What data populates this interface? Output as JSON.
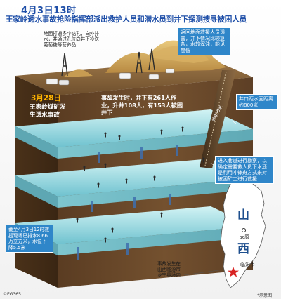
{
  "header": {
    "time": "4月3日13时",
    "headline": "王家岭透水事故抢险指挥部派出救护人员和潜水员到井下探测搜寻被困人员"
  },
  "callouts": {
    "drilling": "地面打通多个钻孔，向外排水，并通过孔位向井下投送葡萄糖等营养品",
    "rescuers": "返回地面救援人员透露，井下情况比较复杂，水较浑浊，能见度低",
    "well_depth": "井口距水面距离约800米",
    "date": "3月28日",
    "accident": "王家岭煤矿发生透水事故",
    "workers": "事故发生时，井下有261人作业，升井108人，有153人被困井下",
    "method": "进入巷道进行勘察，以确定需要救人员下水还是利用冲锋舟方式来对被困矿工进行救援",
    "drainage": "截至4月3日12时救援现场已排水8.66万立方米，水位下降5.5米",
    "location": "事故发生在山西临汾市乡宁县境内",
    "shaft_depth": "约800米"
  },
  "map": {
    "province": "山西",
    "capital": "太原",
    "city": "临汾市",
    "glyph_top": "山",
    "glyph_bottom": "西"
  },
  "footer": {
    "credit": "©EG365",
    "note": "*示意图"
  },
  "colors": {
    "title_blue": "#1f4fa8",
    "callout_blue": "#2f86c9",
    "earth": "#6b4a2c",
    "water": "#8fd3dc",
    "accident_red": "#d82323",
    "date_orange": "#ffb400"
  }
}
